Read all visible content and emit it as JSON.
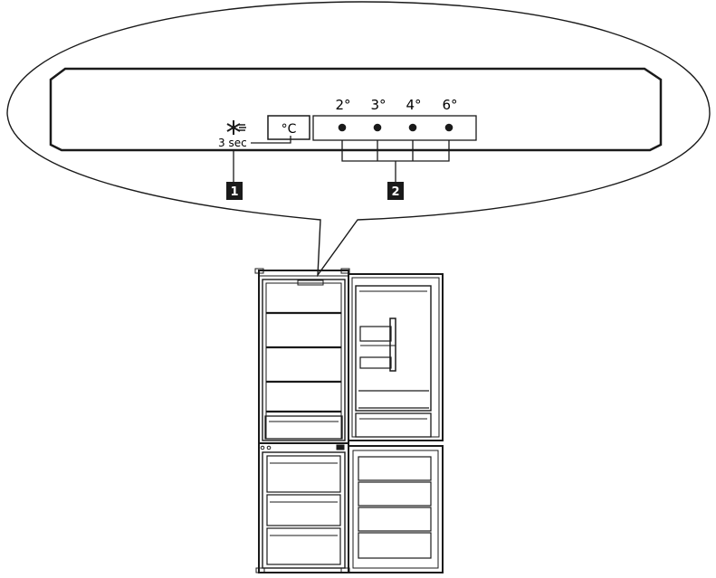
{
  "panel": {
    "unit_label": "°C",
    "hold_label": "3 sec",
    "temperatures": [
      "2°",
      "3°",
      "4°",
      "6°"
    ]
  },
  "callouts": [
    "1",
    "2"
  ],
  "icons": {
    "superfreeze": "snowflake-icon",
    "indicator": "led-dot-icon"
  },
  "colors": {
    "line": "#1a1a1a",
    "callout_bg": "#1a1a1a",
    "background": "#ffffff"
  }
}
